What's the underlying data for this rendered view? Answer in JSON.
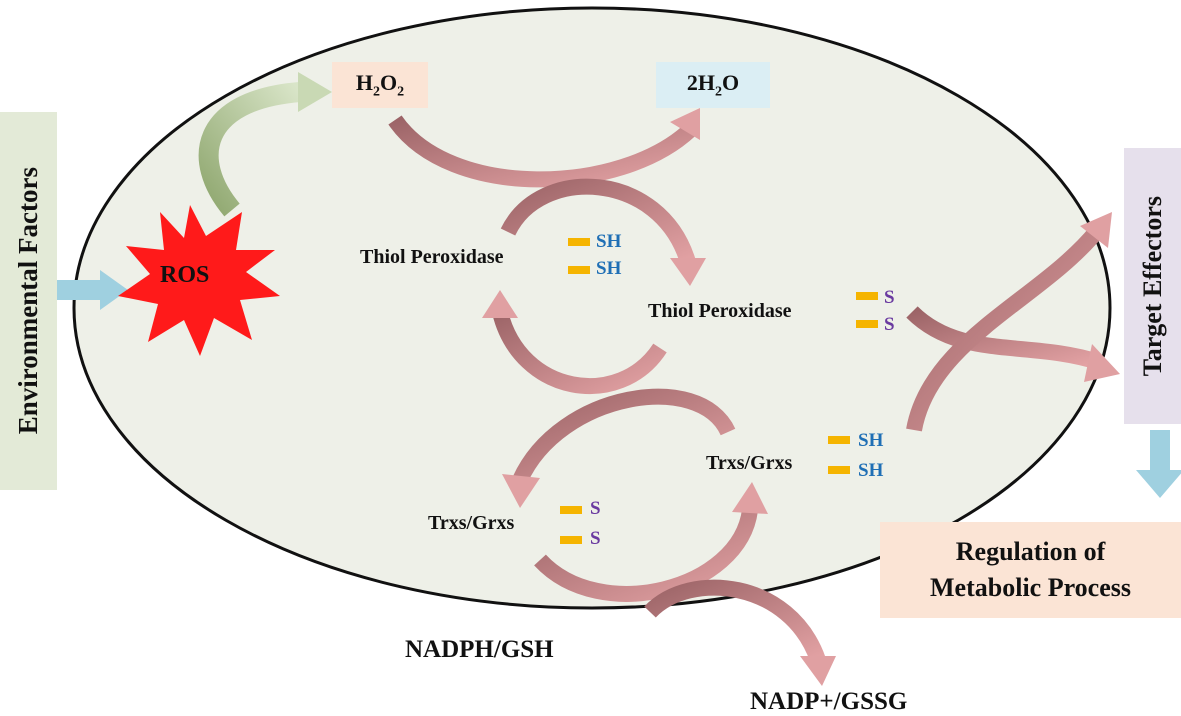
{
  "colors": {
    "cell_fill": "#eef0e8",
    "cell_stroke": "#111111",
    "arrow_red": "#c98a8c",
    "arrow_red_dark": "#a0686b",
    "arrow_green": "#a4b888",
    "arrow_blue": "#9fd0e0",
    "box_green": "#e3ead7",
    "box_peach": "#fbe4d5",
    "box_lightblue": "#dbeef4",
    "box_lavender": "#e6e0ec",
    "ros_fill": "#ff1a1a",
    "bar_yellow": "#f5b400",
    "sh_blue": "#1f6fb5",
    "s_purple": "#6a3aa0"
  },
  "left_box": {
    "label": "Environmental Factors"
  },
  "ros": {
    "label": "ROS"
  },
  "h2o2": {
    "label": "H",
    "sub1": "2",
    "mid": "O",
    "sub2": "2"
  },
  "water": {
    "prefix": "2H",
    "sub": "2",
    "suffix": "O"
  },
  "thiol_reduced": {
    "label": "Thiol Peroxidase",
    "top": "SH",
    "bottom": "SH"
  },
  "thiol_oxidized": {
    "label": "Thiol Peroxidase",
    "top": "S",
    "bottom": "S"
  },
  "trx_reduced": {
    "label": "Trxs/Grxs",
    "top": "SH",
    "bottom": "SH"
  },
  "trx_oxidized": {
    "label": "Trxs/Grxs",
    "top": "S",
    "bottom": "S"
  },
  "nadph": {
    "label": "NADPH/GSH"
  },
  "nadp": {
    "label": "NADP+/GSSG"
  },
  "target": {
    "label": "Target Effectors"
  },
  "regulation": {
    "line1": "Regulation of",
    "line2": "Metabolic Process"
  }
}
